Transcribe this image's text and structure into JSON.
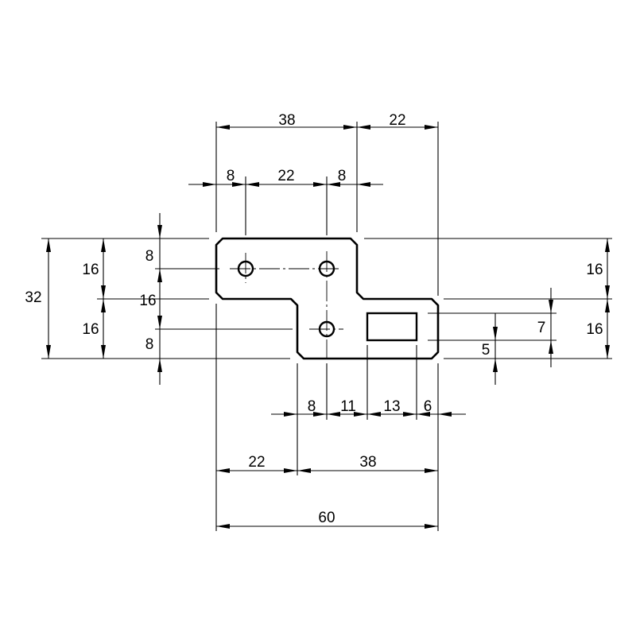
{
  "dimensions": {
    "top_38": "38",
    "top_22": "22",
    "mid_8_left": "8",
    "mid_22": "22",
    "mid_8_right": "8",
    "left_32": "32",
    "left_16_upper": "16",
    "left_16_lower": "16",
    "left_8_upper": "8",
    "left_16_middle": "16",
    "left_8_lower": "8",
    "right_16_upper": "16",
    "right_16_lower": "16",
    "right_7": "7",
    "right_5": "5",
    "bottom_8": "8",
    "bottom_11": "11",
    "bottom_13": "13",
    "bottom_6": "6",
    "bottom_22": "22",
    "bottom_38": "38",
    "bottom_60": "60"
  }
}
